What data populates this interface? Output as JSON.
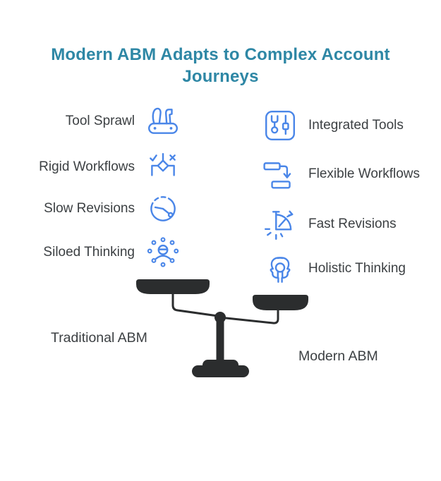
{
  "title": "Modern ABM Adapts to Complex Account Journeys",
  "colors": {
    "title": "#2e87a5",
    "icon": "#4a86e8",
    "scale": "#2b2d2e",
    "text": "#3c4043"
  },
  "left_column": {
    "items": [
      {
        "label": "Tool Sprawl",
        "icon": "swiss-army-knife-icon"
      },
      {
        "label": "Rigid Workflows",
        "icon": "workflow-decision-icon"
      },
      {
        "label": "Slow Revisions",
        "icon": "slow-clock-icon"
      },
      {
        "label": "Siloed Thinking",
        "icon": "person-network-icon"
      }
    ]
  },
  "right_column": {
    "items": [
      {
        "label": "Integrated Tools",
        "icon": "toolbox-icon"
      },
      {
        "label": "Flexible Workflows",
        "icon": "flowchart-steps-icon"
      },
      {
        "label": "Fast Revisions",
        "icon": "stopwatch-icon"
      },
      {
        "label": "Holistic Thinking",
        "icon": "two-profiles-icon"
      }
    ]
  },
  "scale": {
    "left_label": "Traditional ABM",
    "right_label": "Modern ABM"
  }
}
